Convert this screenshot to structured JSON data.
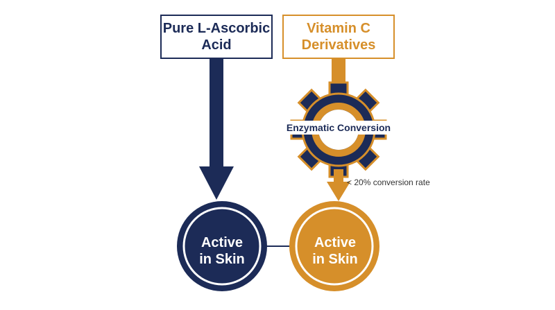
{
  "colors": {
    "navy": "#1c2b57",
    "orange": "#d68f2a",
    "background": "#ffffff"
  },
  "boxes": {
    "pure": "Pure L-Ascorbic\nAcid",
    "derivatives": "Vitamin C\nDerivatives"
  },
  "gear": {
    "label": "Enzymatic Conversion",
    "icon": "gear-icon"
  },
  "conversion_rate": "< 20% conversion rate",
  "circles": {
    "left": "Active\nin Skin",
    "right": "Active\nin Skin"
  }
}
